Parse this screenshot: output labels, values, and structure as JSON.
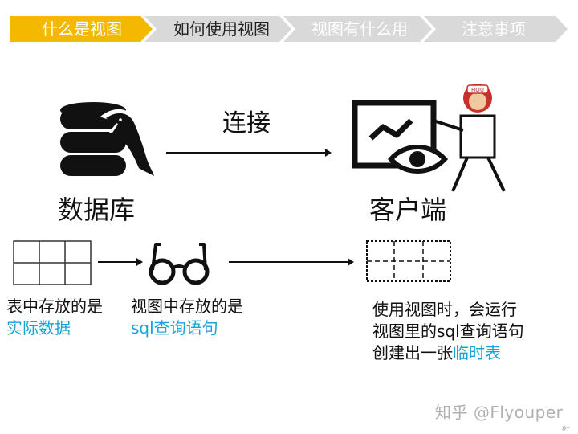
{
  "nav": {
    "tabs": [
      {
        "label": "什么是视图",
        "active": true
      },
      {
        "label": "如何使用视图",
        "active": false
      },
      {
        "label": "视图有什么用",
        "active": false
      },
      {
        "label": "注意事项",
        "active": false
      }
    ]
  },
  "diagram": {
    "connect_label": "连接",
    "database_label": "数据库",
    "client_label": "客户端",
    "icon_sign_text": "HOU",
    "left_caption": {
      "line1": "表中存放的是",
      "highlight": "实际数据"
    },
    "middle_caption": {
      "line1": "视图中存放的是",
      "highlight": "sql查询语句"
    },
    "right_caption": {
      "line1": "使用视图时，会运行",
      "line2": "视图里的sql查询语句",
      "line3_prefix": "创建出一张",
      "line3_highlight": "临时表"
    }
  },
  "watermark": "知乎 @Flyouper",
  "corner_text": "源于",
  "colors": {
    "nav_active": "#f5b800",
    "nav_inactive": "#d9d9d9",
    "highlight": "#1aa3d9",
    "ink": "#111111"
  }
}
